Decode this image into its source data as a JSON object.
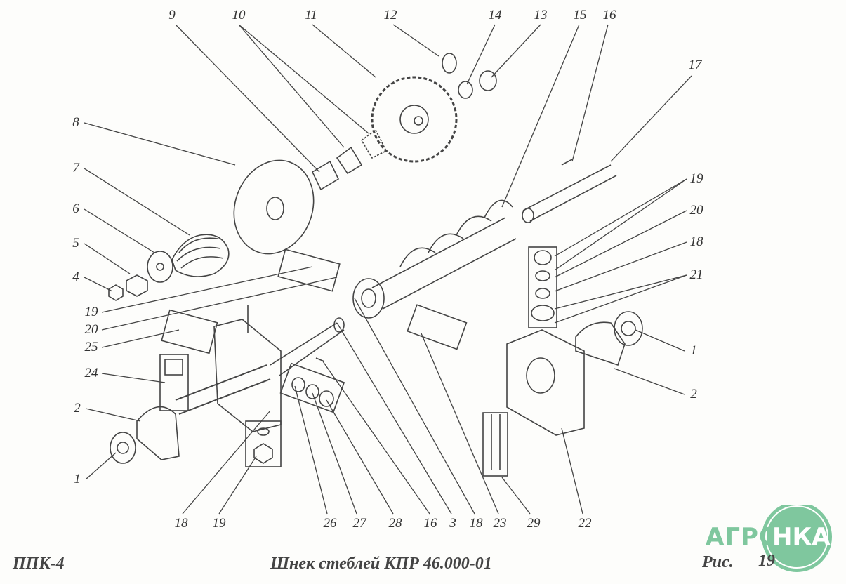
{
  "callouts": {
    "top": [
      "9",
      "10",
      "11",
      "12",
      "14",
      "13",
      "15",
      "16",
      "17"
    ],
    "left": [
      "8",
      "7",
      "6",
      "5",
      "4",
      "19",
      "20",
      "25",
      "24",
      "2",
      "1"
    ],
    "right": [
      "19",
      "20",
      "18",
      "21",
      "1",
      "2"
    ],
    "bottom": [
      "18",
      "19",
      "26",
      "27",
      "28",
      "16",
      "3",
      "18",
      "23",
      "29",
      "22"
    ]
  },
  "footer": {
    "model": "ППК-4",
    "title": "Шнек стеблей КПР 46.000-01",
    "fig_label": "Рис.",
    "fig_number": "19"
  },
  "logo": {
    "text_left": "АГРО",
    "text_right": "НКА",
    "color": "#7fc79e"
  }
}
